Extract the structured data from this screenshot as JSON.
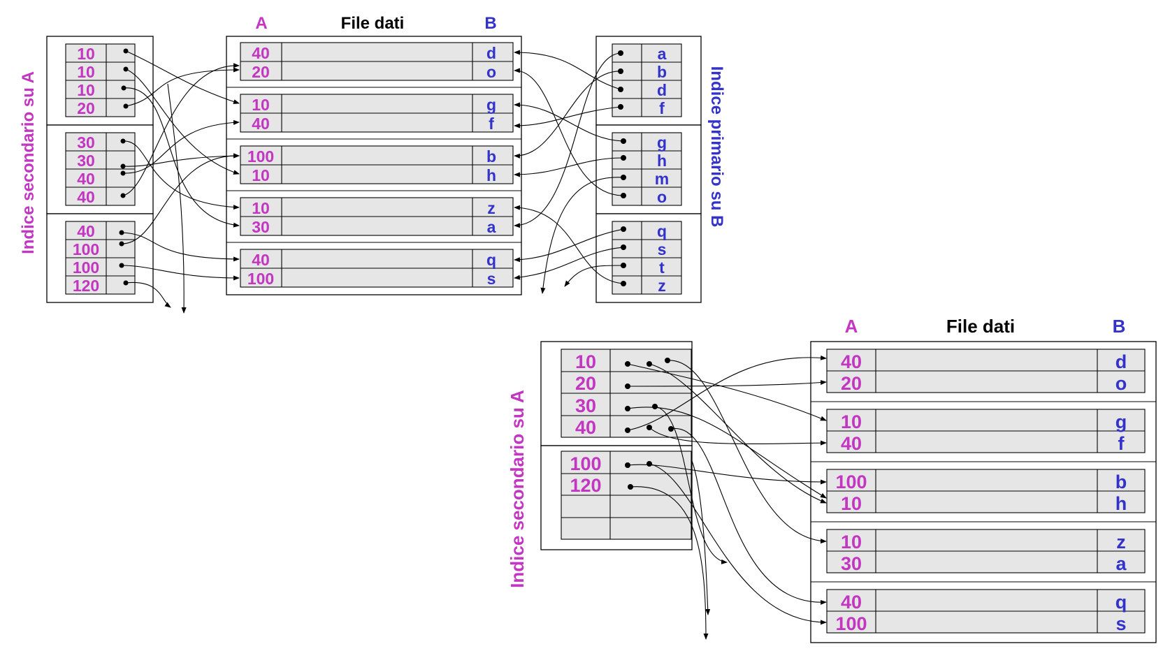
{
  "diagram1": {
    "header": {
      "col_a": "A",
      "title": "File dati",
      "col_b": "B"
    },
    "left_label": "Indice secondario su A",
    "right_label": "Indice primario su B",
    "data_blocks": [
      [
        {
          "a": "40",
          "b": "d"
        },
        {
          "a": "20",
          "b": "o"
        }
      ],
      [
        {
          "a": "10",
          "b": "g"
        },
        {
          "a": "40",
          "b": "f"
        }
      ],
      [
        {
          "a": "100",
          "b": "b"
        },
        {
          "a": "10",
          "b": "h"
        }
      ],
      [
        {
          "a": "10",
          "b": "z"
        },
        {
          "a": "30",
          "b": "a"
        }
      ],
      [
        {
          "a": "40",
          "b": "q"
        },
        {
          "a": "100",
          "b": "s"
        }
      ]
    ],
    "secondary_blocks": [
      [
        "10",
        "10",
        "10",
        "20"
      ],
      [
        "30",
        "30",
        "40",
        "40"
      ],
      [
        "40",
        "100",
        "100",
        "120"
      ]
    ],
    "primary_blocks": [
      [
        "a",
        "b",
        "d",
        "f"
      ],
      [
        "g",
        "h",
        "m",
        "o"
      ],
      [
        "q",
        "s",
        "t",
        "z"
      ]
    ]
  },
  "diagram2": {
    "header": {
      "col_a": "A",
      "title": "File dati",
      "col_b": "B"
    },
    "left_label": "Indice secondario su A",
    "data_blocks": [
      [
        {
          "a": "40",
          "b": "d"
        },
        {
          "a": "20",
          "b": "o"
        }
      ],
      [
        {
          "a": "10",
          "b": "g"
        },
        {
          "a": "40",
          "b": "f"
        }
      ],
      [
        {
          "a": "100",
          "b": "b"
        },
        {
          "a": "10",
          "b": "h"
        }
      ],
      [
        {
          "a": "10",
          "b": "z"
        },
        {
          "a": "30",
          "b": "a"
        }
      ],
      [
        {
          "a": "40",
          "b": "q"
        },
        {
          "a": "100",
          "b": "s"
        }
      ]
    ],
    "secondary_blocks": [
      [
        "10",
        "20",
        "30",
        "40"
      ],
      [
        "100",
        "120",
        "",
        ""
      ]
    ]
  }
}
